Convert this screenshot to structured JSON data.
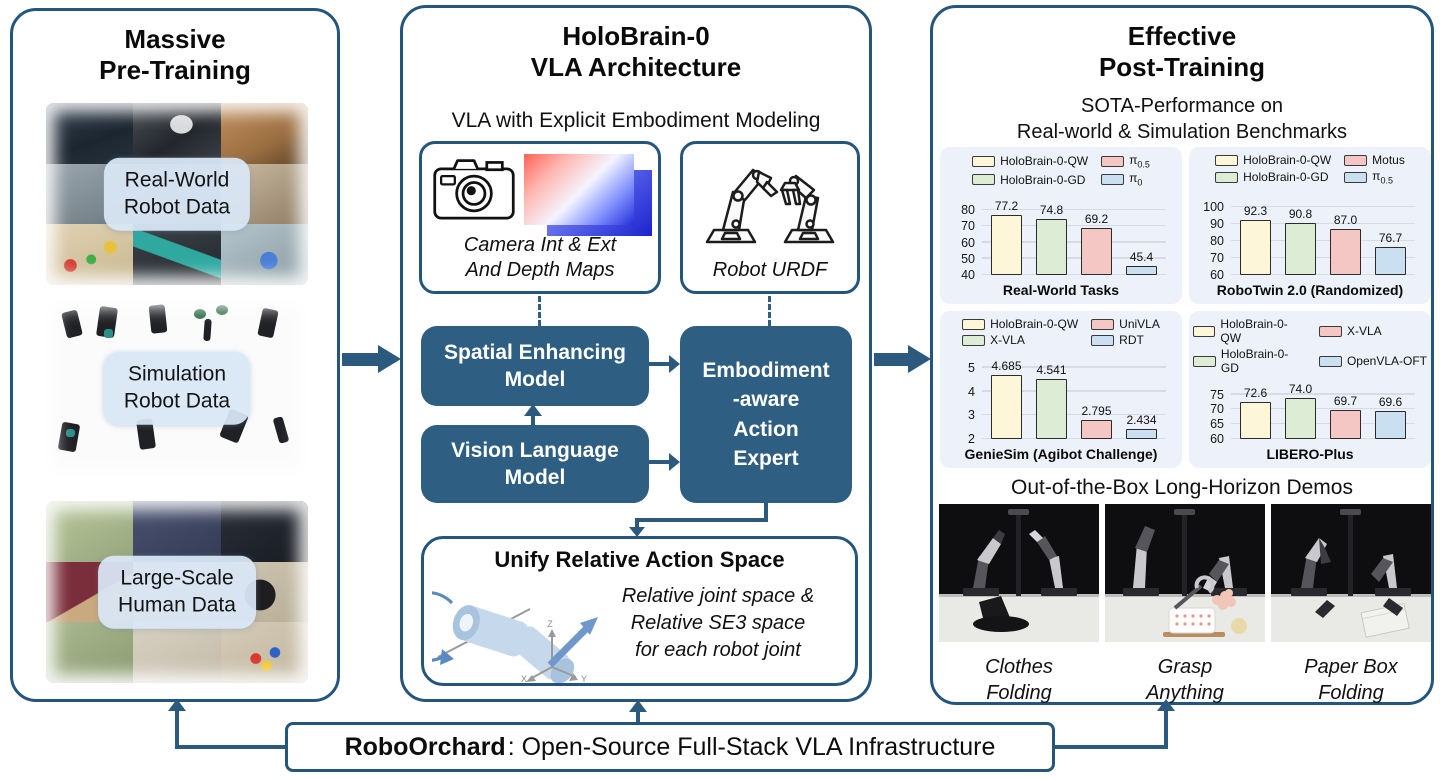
{
  "left": {
    "title1": "Massive",
    "title2": "Pre-Training",
    "sections": [
      {
        "label1": "Real-World",
        "label2": "Robot Data"
      },
      {
        "label1": "Simulation",
        "label2": "Robot Data"
      },
      {
        "label1": "Large-Scale",
        "label2": "Human Data"
      }
    ]
  },
  "middle": {
    "title1": "HoloBrain-0",
    "title2": "VLA Architecture",
    "subtitle": "VLA with Explicit Embodiment Modeling",
    "camera_caption1": "Camera Int & Ext",
    "camera_caption2": "And Depth Maps",
    "urdf_caption": "Robot URDF",
    "sem1": "Spatial Enhancing",
    "sem2": "Model",
    "vlm1": "Vision Language",
    "vlm2": "Model",
    "eae1": "Embodiment",
    "eae2": "-aware",
    "eae3": "Action",
    "eae4": "Expert",
    "unify_title": "Unify Relative Action Space",
    "unify_desc1": "Relative joint space &",
    "unify_desc2": "Relative SE3 space",
    "unify_desc3": "for each robot joint",
    "axis_x": "X",
    "axis_y": "Y",
    "axis_z": "Z"
  },
  "right": {
    "title1": "Effective",
    "title2": "Post-Training",
    "subtitle1": "SOTA-Performance on",
    "subtitle2": "Real-world & Simulation Benchmarks",
    "demos_title": "Out-of-the-Box Long-Horizon Demos",
    "demos": [
      {
        "caption1": "Clothes",
        "caption2": "Folding"
      },
      {
        "caption1": "Grasp",
        "caption2": "Anything"
      },
      {
        "caption1": "Paper Box",
        "caption2": "Folding"
      }
    ]
  },
  "footer": {
    "brand": "RoboOrchard",
    "rest": ": Open-Source Full-Stack VLA Infrastructure"
  },
  "colors": {
    "panel_border": "#24567d",
    "connector": "#2b5a7e",
    "dark_box": "#2e5f82",
    "card_bg": "#edf1f9",
    "bar_yellow": "#fdf6d8",
    "bar_green": "#dcecd5",
    "bar_pink": "#f5c7c4",
    "bar_blue": "#cadff0"
  },
  "chart_data": [
    {
      "type": "bar",
      "title": "Real-World Tasks",
      "ylim": [
        40,
        84.5
      ],
      "yticks": [
        40,
        50,
        60,
        70,
        80
      ],
      "grid": true,
      "legend_position": "top",
      "series": [
        {
          "name": "HoloBrain-0-QW",
          "value": 77.2,
          "label": "77.2",
          "color": "yellow"
        },
        {
          "name": "HoloBrain-0-GD",
          "value": 74.8,
          "label": "74.8",
          "color": "green"
        },
        {
          "name": "π_{0.5}",
          "value": 69.2,
          "label": "69.2",
          "color": "pink"
        },
        {
          "name": "π_{0}",
          "value": 45.4,
          "label": "45.4",
          "color": "blue"
        }
      ]
    },
    {
      "type": "bar",
      "title": "RoboTwin 2.0 (Randomized)",
      "ylim": [
        60,
        104
      ],
      "yticks": [
        60,
        70,
        80,
        90,
        100
      ],
      "grid": true,
      "legend_position": "top",
      "series": [
        {
          "name": "HoloBrain-0-QW",
          "value": 92.3,
          "label": "92.3",
          "color": "yellow"
        },
        {
          "name": "HoloBrain-0-GD",
          "value": 90.8,
          "label": "90.8",
          "color": "green"
        },
        {
          "name": "Motus",
          "value": 87.0,
          "label": "87.0",
          "color": "pink"
        },
        {
          "name": "π_{0.5}",
          "value": 76.7,
          "label": "76.7",
          "color": "blue"
        }
      ]
    },
    {
      "type": "bar",
      "title": "GenieSim (Agibot Challenge)",
      "ylim": [
        2,
        5.25
      ],
      "yticks": [
        2,
        3,
        4,
        5
      ],
      "grid": true,
      "legend_position": "top",
      "series": [
        {
          "name": "HoloBrain-0-QW",
          "value": 4.685,
          "label": "4.685",
          "color": "yellow"
        },
        {
          "name": "X-VLA",
          "value": 4.541,
          "label": "4.541",
          "color": "green"
        },
        {
          "name": "UniVLA",
          "value": 2.795,
          "label": "2.795",
          "color": "pink"
        },
        {
          "name": "RDT",
          "value": 2.434,
          "label": "2.434",
          "color": "blue"
        }
      ]
    },
    {
      "type": "bar",
      "title": "LIBERO-Plus",
      "ylim": [
        60,
        76.6
      ],
      "yticks": [
        60,
        65,
        70,
        75
      ],
      "grid": true,
      "legend_position": "top",
      "series": [
        {
          "name": "HoloBrain-0-QW",
          "value": 72.6,
          "label": "72.6",
          "color": "yellow"
        },
        {
          "name": "HoloBrain-0-GD",
          "value": 74.0,
          "label": "74.0",
          "color": "green"
        },
        {
          "name": "X-VLA",
          "value": 69.7,
          "label": "69.7",
          "color": "pink"
        },
        {
          "name": "OpenVLA-OFT",
          "value": 69.6,
          "label": "69.6",
          "color": "blue"
        }
      ]
    }
  ]
}
